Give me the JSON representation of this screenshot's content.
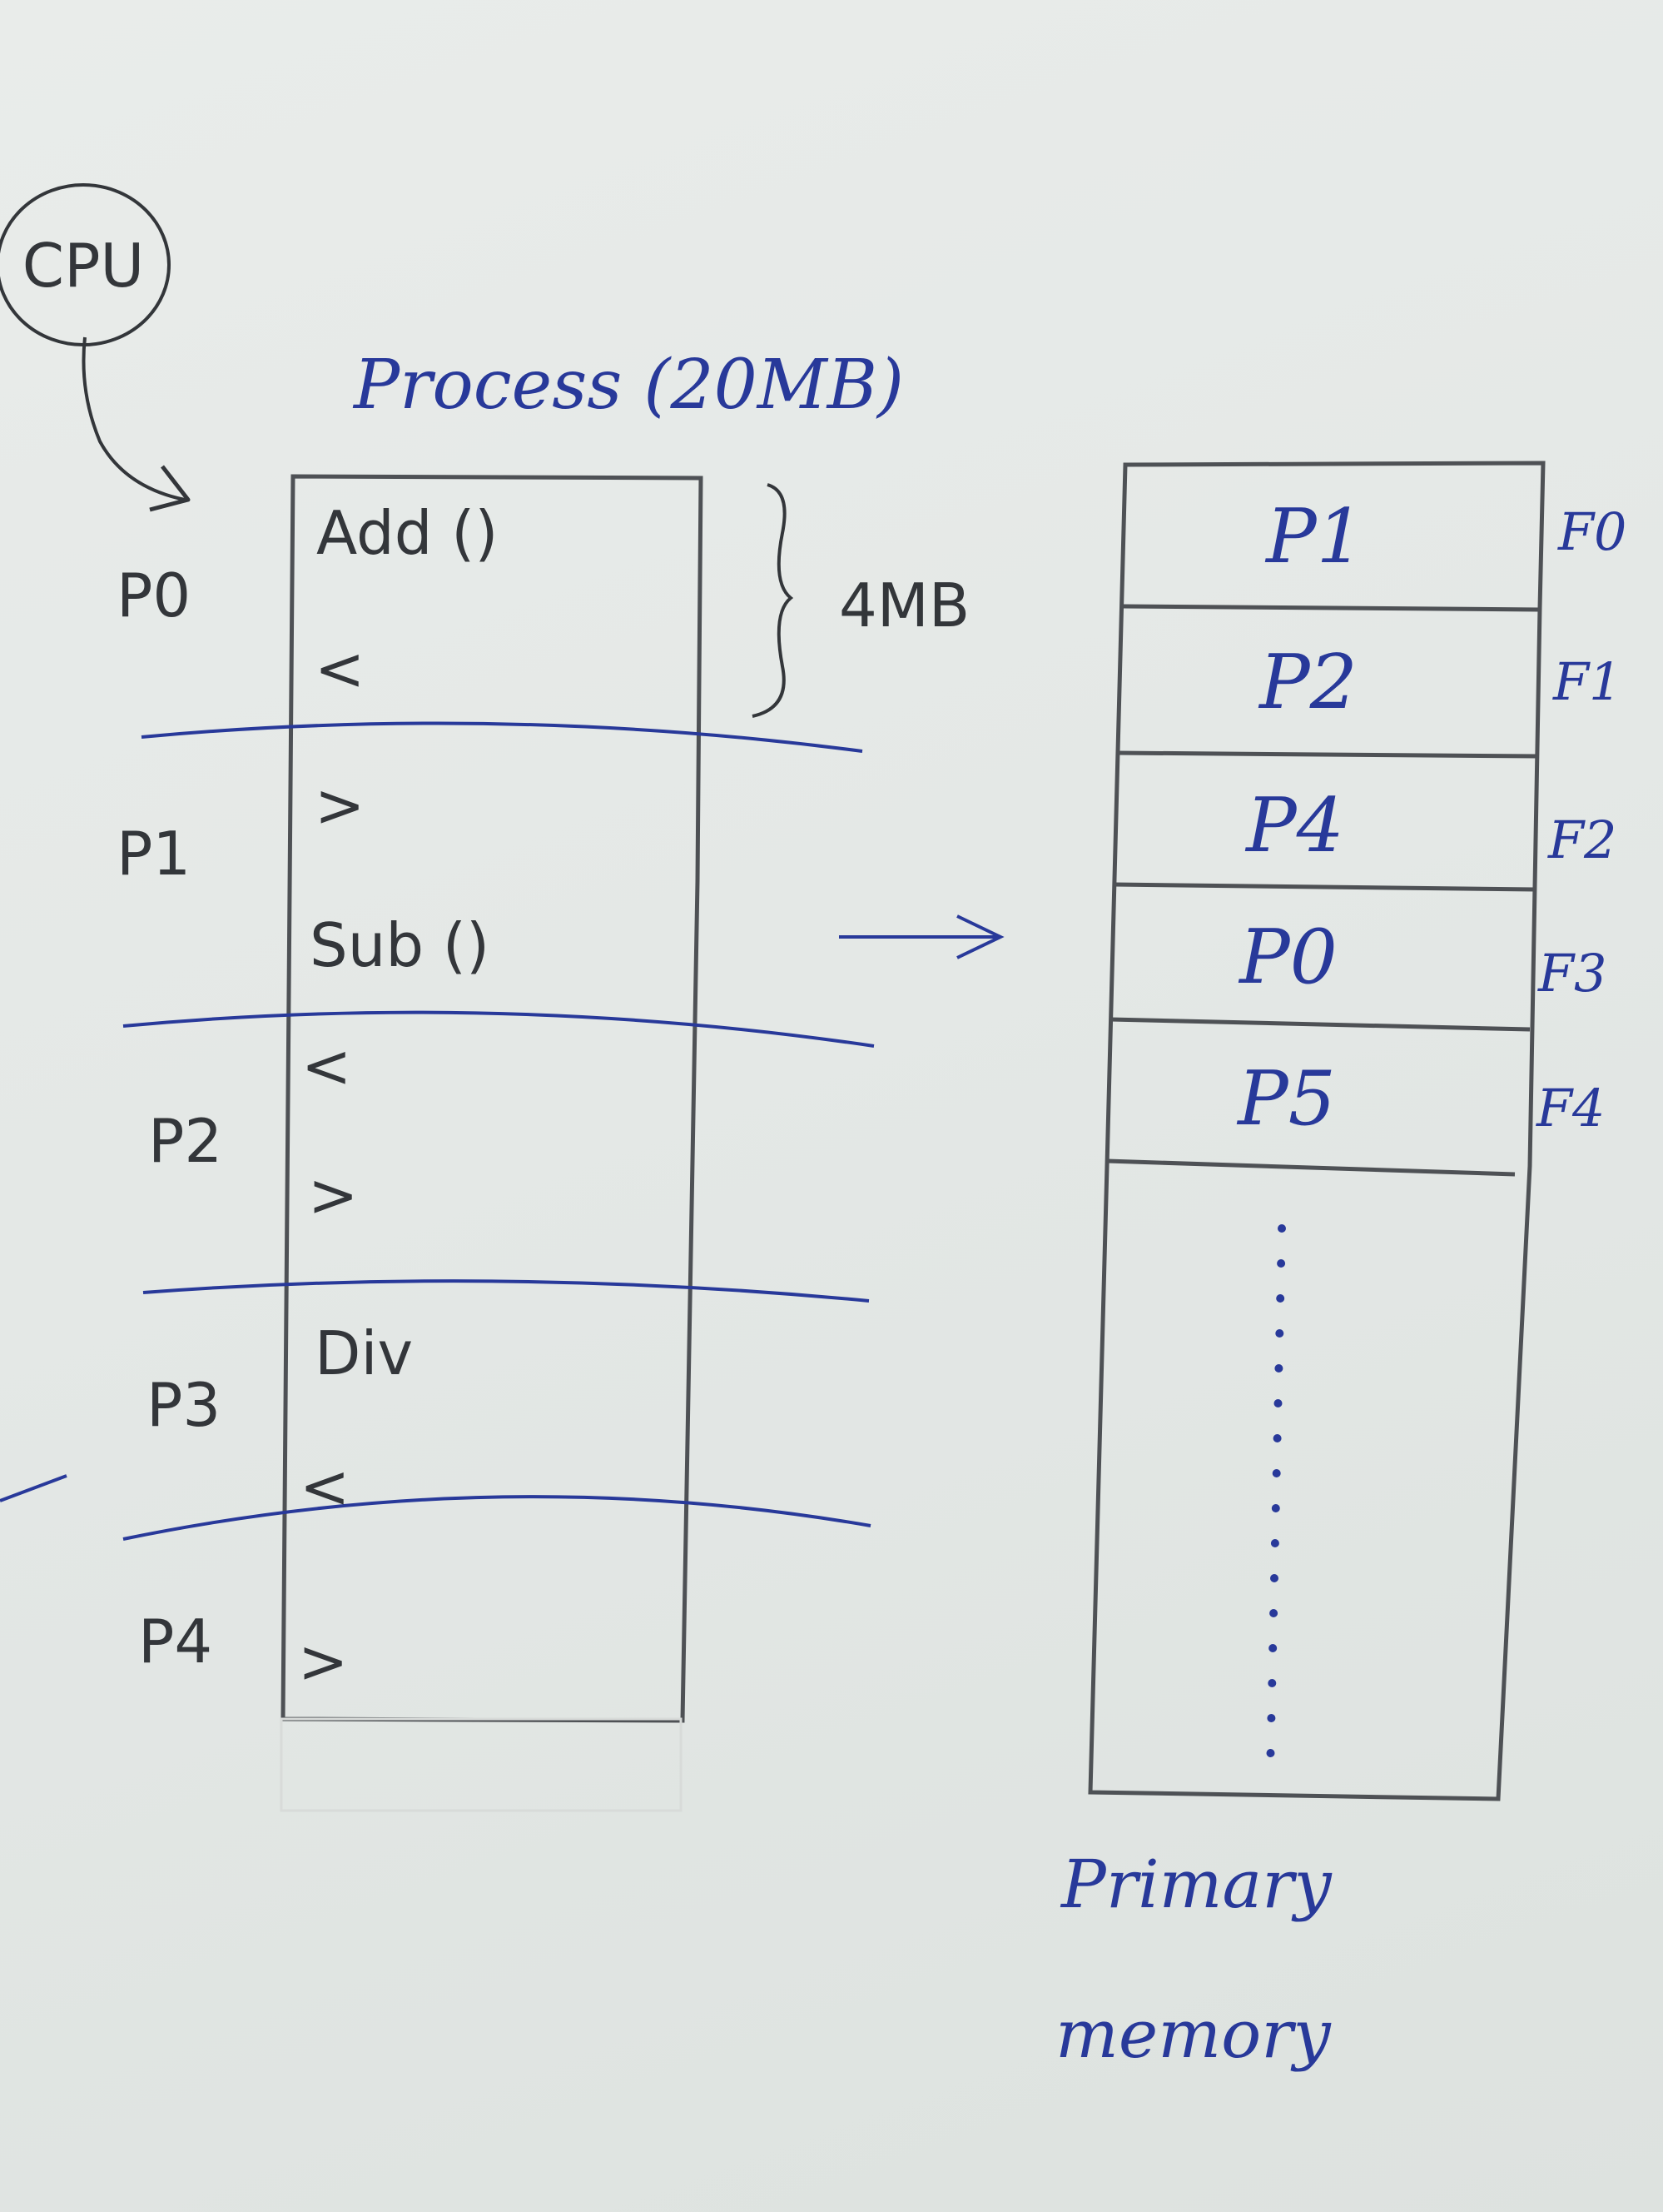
{
  "cpu_label": "CPU",
  "process_title": "Process (20MB)",
  "page_size_label": "4MB",
  "pages": [
    {
      "label": "P0",
      "contents": [
        "Add ()",
        "<"
      ]
    },
    {
      "label": "P1",
      "contents": [
        ">",
        "Sub ()"
      ]
    },
    {
      "label": "P2",
      "contents": [
        "<",
        ">"
      ]
    },
    {
      "label": "P3",
      "contents": [
        "Div",
        "<"
      ]
    },
    {
      "label": "P4",
      "contents": [
        ">"
      ]
    }
  ],
  "frames": [
    {
      "page": "P1",
      "frame": "F0"
    },
    {
      "page": "P2",
      "frame": "F1"
    },
    {
      "page": "P4",
      "frame": "F2"
    },
    {
      "page": "P0",
      "frame": "F3"
    },
    {
      "page": "P5",
      "frame": "F4"
    }
  ],
  "memory_label": [
    "Primary",
    "memory"
  ],
  "colors": {
    "pencil": "#33363a",
    "ink": "#28399a",
    "paper": "#e6e9e7"
  }
}
